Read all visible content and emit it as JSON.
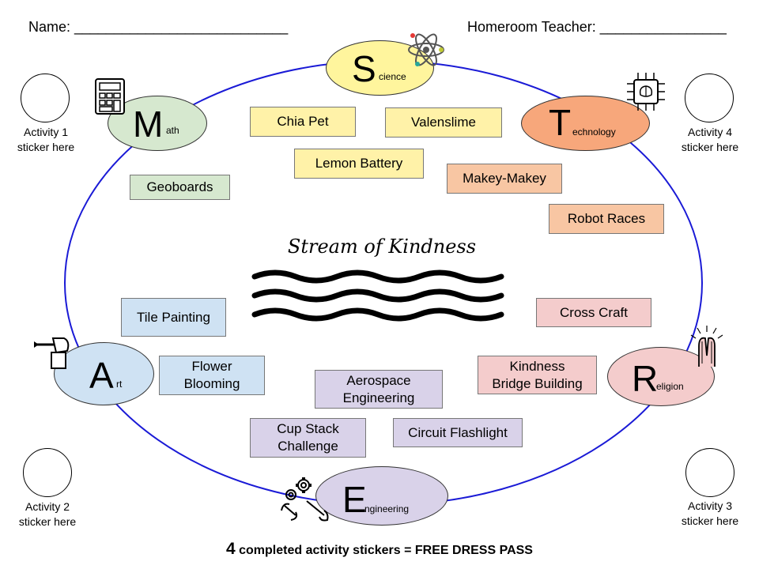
{
  "header": {
    "name_label": "Name: ___________________________",
    "teacher_label": "Homeroom Teacher: ________________"
  },
  "nodes": {
    "science": {
      "letter": "S",
      "rest": "cience"
    },
    "technology": {
      "letter": "T",
      "rest": "echnology"
    },
    "math": {
      "letter": "M",
      "rest": "ath"
    },
    "art": {
      "letter": "A",
      "rest": "rt"
    },
    "religion": {
      "letter": "R",
      "rest": "eligion"
    },
    "engineering": {
      "letter": "E",
      "rest": "ngineering"
    }
  },
  "activities": {
    "chia_pet": "Chia Pet",
    "valenslime": "Valenslime",
    "lemon_battery": "Lemon Battery",
    "makey_makey": "Makey-Makey",
    "robot_races": "Robot Races",
    "geoboards": "Geoboards",
    "tile_painting": "Tile Painting",
    "flower_blooming_1": "Flower",
    "flower_blooming_2": "Blooming",
    "aerospace_1": "Aerospace",
    "aerospace_2": "Engineering",
    "cross_craft": "Cross Craft",
    "kindness_1": "Kindness",
    "kindness_2": "Bridge Building",
    "cup_stack_1": "Cup Stack",
    "cup_stack_2": "Challenge",
    "circuit_flashlight": "Circuit Flashlight"
  },
  "center": {
    "title": "Stream of Kindness"
  },
  "stickers": {
    "s1_line1": "Activity 1",
    "s1_line2": "sticker here",
    "s2_line1": "Activity 2",
    "s2_line2": "sticker here",
    "s3_line1": "Activity 3",
    "s3_line2": "sticker here",
    "s4_line1": "Activity 4",
    "s4_line2": "sticker here"
  },
  "footer": {
    "count": "4",
    "text": " completed activity stickers = FREE DRESS PASS"
  },
  "colors": {
    "ring": "#1a1ad6",
    "science": "#fff59d",
    "technology": "#f7a77b",
    "math": "#d6e8cf",
    "art": "#cfe2f3",
    "religion": "#f4cccc",
    "engineering": "#d9d2e9"
  }
}
